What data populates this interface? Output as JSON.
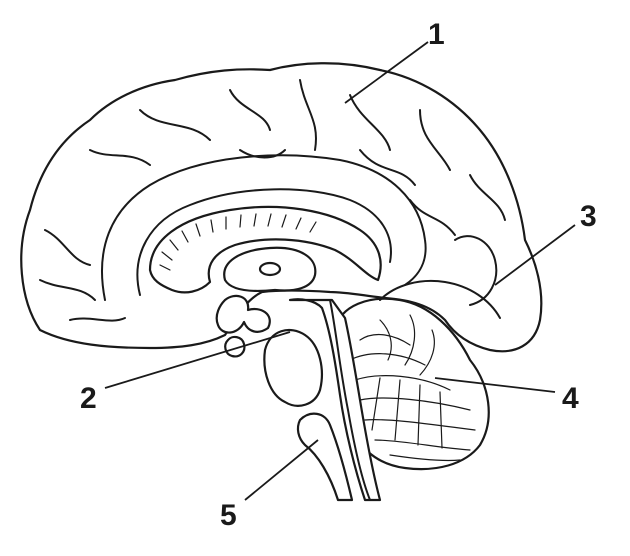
{
  "labels": [
    {
      "id": "label-1",
      "text": "1"
    },
    {
      "id": "label-2",
      "text": "2"
    },
    {
      "id": "label-3",
      "text": "3"
    },
    {
      "id": "label-4",
      "text": "4"
    },
    {
      "id": "label-5",
      "text": "5"
    }
  ],
  "colors": {
    "ink": "#1a1a1a",
    "background": "#ffffff"
  }
}
